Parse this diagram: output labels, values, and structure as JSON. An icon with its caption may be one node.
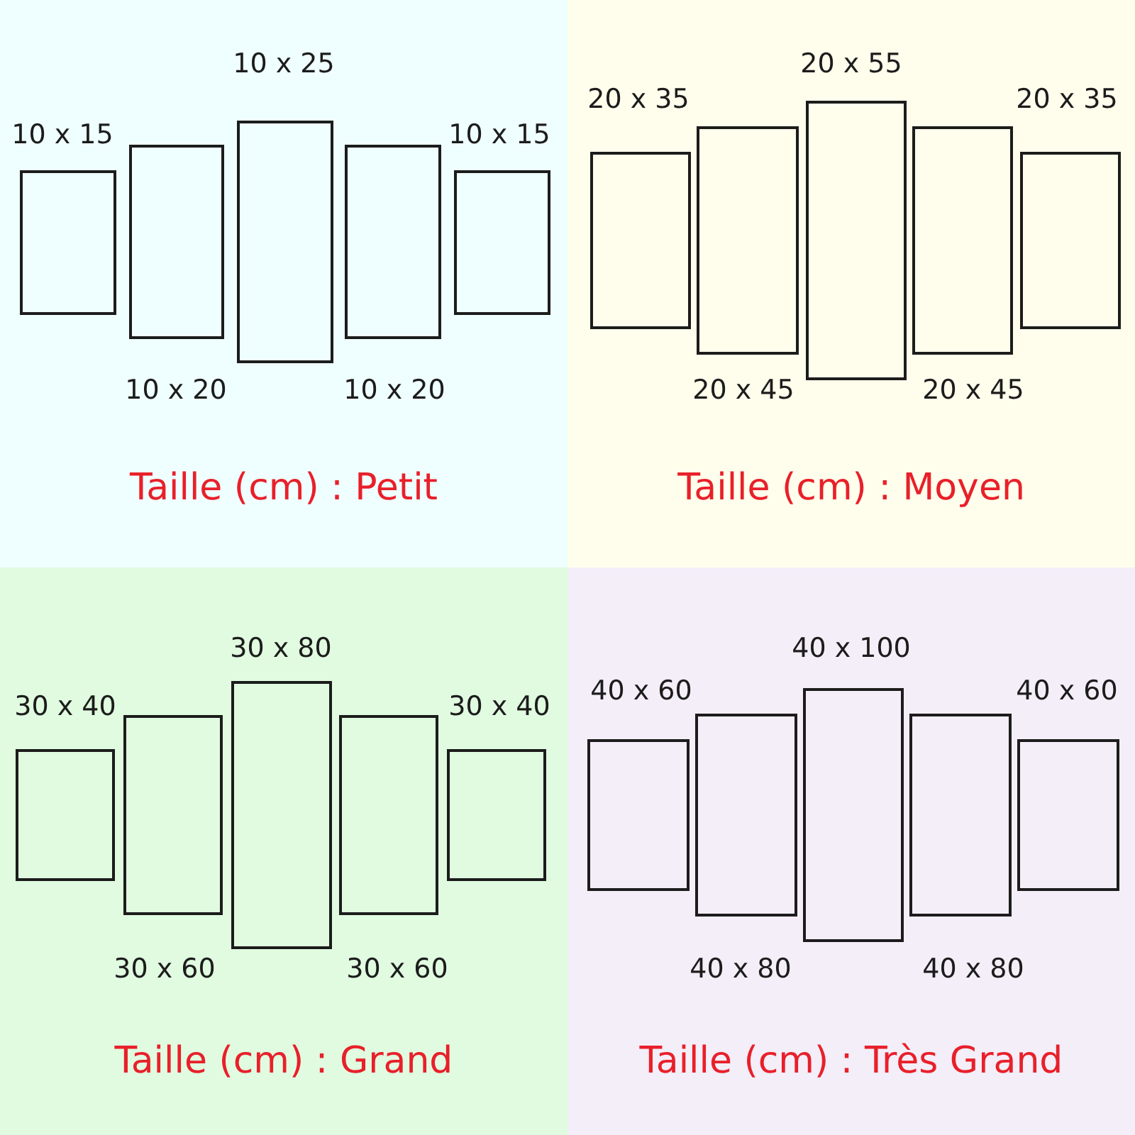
{
  "diagram": {
    "nodes": [
      {
        "text": [
          "Taille (cm) : Petit"
        ]
      },
      {
        "text": [],
        "shape": "box",
        "in": 0
      },
      {
        "text": [],
        "shape": "box",
        "in": 0
      },
      {
        "text": [],
        "shape": "box",
        "in": 0
      },
      {
        "text": [],
        "shape": "box",
        "in": 0
      },
      {
        "text": [],
        "shape": "box",
        "in": 0
      },
      {
        "text": [
          "Taille (cm) : Moyen"
        ]
      },
      {
        "text": [],
        "shape": "box",
        "in": 6
      },
      {
        "text": [],
        "shape": "box",
        "in": 6
      },
      {
        "text": [],
        "shape": "box",
        "in": 6
      },
      {
        "text": [],
        "shape": "box",
        "in": 6
      },
      {
        "text": [],
        "shape": "box",
        "in": 6
      },
      {
        "text": [
          "Taille (cm) : Grand"
        ]
      },
      {
        "text": [],
        "shape": "box",
        "in": 12
      },
      {
        "text": [],
        "shape": "box",
        "in": 12
      },
      {
        "text": [],
        "shape": "box",
        "in": 12
      },
      {
        "text": [],
        "shape": "box",
        "in": 12
      },
      {
        "text": [],
        "shape": "box",
        "in": 12
      },
      {
        "text": [
          "Taille (cm) : Très Grand"
        ]
      },
      {
        "text": [],
        "shape": "box",
        "in": 18
      },
      {
        "text": [],
        "shape": "box",
        "in": 18
      },
      {
        "text": [],
        "shape": "box",
        "in": 18
      },
      {
        "text": [],
        "shape": "box",
        "in": 18
      },
      {
        "text": [],
        "shape": "box",
        "in": 18
      }
    ],
    "edges": [],
    "labels": [
      "10 x 25",
      "10 x 15",
      "10 x 15",
      "10 x 20",
      "10 x 20",
      "20 x 55",
      "20 x 35",
      "20 x 35",
      "20 x 45",
      "20 x 45",
      "30 x 80",
      "30 x 40",
      "30 x 40",
      "30 x 60",
      "30 x 60",
      "40 x 100",
      "40 x 60",
      "40 x 60",
      "40 x 80",
      "40 x 80"
    ]
  }
}
